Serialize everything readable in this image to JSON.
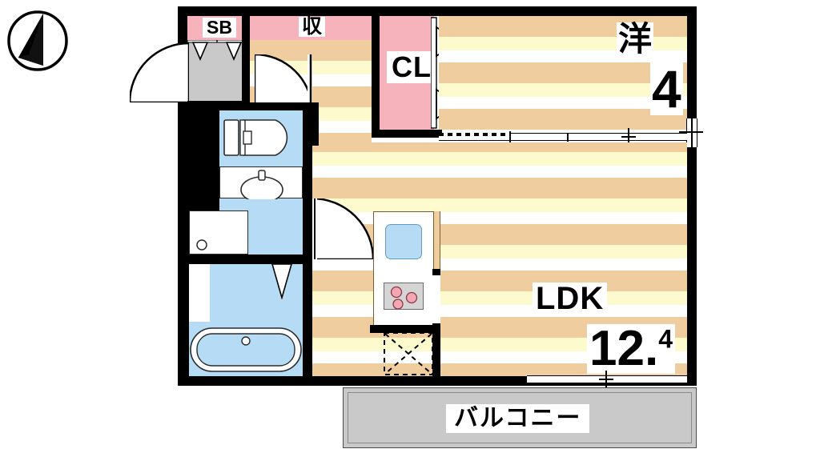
{
  "plan": {
    "type": "japanese-apartment-floorplan",
    "title": "1LDK floor plan",
    "compass": {
      "icon": "north-arrow-compass",
      "direction": "north"
    }
  },
  "rooms": [
    {
      "key": "shoe_box",
      "label": "SB",
      "name": "shoe-box-closet",
      "fill": "#f7b3bb"
    },
    {
      "key": "storage",
      "label": "収",
      "name": "storage-closet",
      "fill": "#f7b3bb"
    },
    {
      "key": "closet",
      "label": "CL",
      "name": "clothes-closet",
      "fill": "#f7b3bb"
    },
    {
      "key": "western",
      "label": "洋",
      "name": "western-room",
      "size": "4",
      "fill": "wood"
    },
    {
      "key": "ldk",
      "label": "LDK",
      "name": "living-dining-kitchen",
      "size_int": "12",
      "size_dec": "4",
      "fill": "wood"
    },
    {
      "key": "balcony",
      "label": "バルコニー",
      "name": "balcony",
      "fill": "#c9c9c9"
    },
    {
      "key": "entrance",
      "label": "",
      "name": "entrance-genkan",
      "fill": "#c9c9c9"
    },
    {
      "key": "toilet",
      "label": "",
      "name": "toilet-room",
      "fill": "#b6dcf5"
    },
    {
      "key": "washroom",
      "label": "",
      "name": "washroom-vanity",
      "fill": "#b6dcf5"
    },
    {
      "key": "bath",
      "label": "",
      "name": "unit-bath",
      "fill": "#b6dcf5"
    }
  ],
  "fixtures": [
    {
      "name": "toilet-fixture",
      "room": "toilet"
    },
    {
      "name": "washbasin-vanity",
      "room": "washroom"
    },
    {
      "name": "washing-machine-space",
      "room": "washroom"
    },
    {
      "name": "bathtub",
      "room": "bath"
    },
    {
      "name": "kitchen-sink",
      "room": "ldk"
    },
    {
      "name": "gas-stove-3-burner",
      "room": "ldk"
    },
    {
      "name": "refrigerator-space",
      "room": "ldk"
    }
  ],
  "colors": {
    "wall": "#000000",
    "closet_pink": "#f7b3bb",
    "water_blue": "#b6dcf5",
    "balcony_gray": "#c9c9c9",
    "entrance_gray": "#c9c9c9",
    "floor_tan": "#f0cd9e",
    "floor_cream": "#fdfbcd",
    "stove_burner": "#f2a7b3"
  }
}
